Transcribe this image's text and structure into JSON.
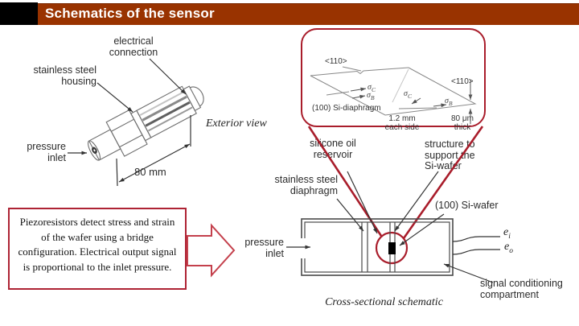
{
  "slide": {
    "title": "Schematics of the sensor"
  },
  "colors": {
    "title_bar": "#993300",
    "callout": "#a91d2b",
    "note_border": "#ae2334",
    "arrow_outline": "#c4404c"
  },
  "exterior": {
    "caption": "Exterior view",
    "labels": {
      "electrical_connection": "electrical\nconnection",
      "stainless_steel_housing": "stainless steel\nhousing",
      "pressure_inlet": "pressure\ninlet",
      "dimension": "80 mm"
    }
  },
  "inset": {
    "miller_index_left": "<110>",
    "miller_index_right": "<110>",
    "diaphragm_label": "(100) Si-diaphragm",
    "side_dimension": "1.2 mm\neach side",
    "thickness_dimension": "80 μm\nthick",
    "sigma_c": {
      "base": "σ",
      "sub": "C"
    },
    "sigma_b": {
      "base": "σ",
      "sub": "B"
    }
  },
  "cross_section": {
    "caption": "Cross-sectional schematic",
    "labels": {
      "silicone_oil": "silicone oil\nreservoir",
      "structure": "structure to\nsupport the\nSi-wafer",
      "stainless_diaphragm": "stainless steel\ndiaphragm",
      "si_wafer": "(100) Si-wafer",
      "pressure_inlet": "pressure\ninlet",
      "signal_conditioning": "signal conditioning\ncompartment"
    },
    "signals": {
      "e_i": {
        "base": "e",
        "sub": "i"
      },
      "e_o": {
        "base": "e",
        "sub": "o"
      }
    }
  },
  "note_box": {
    "text": "Piezoresistors detect stress and strain of the wafer using a bridge configuration. Electrical output signal is proportional to the inlet pressure."
  }
}
